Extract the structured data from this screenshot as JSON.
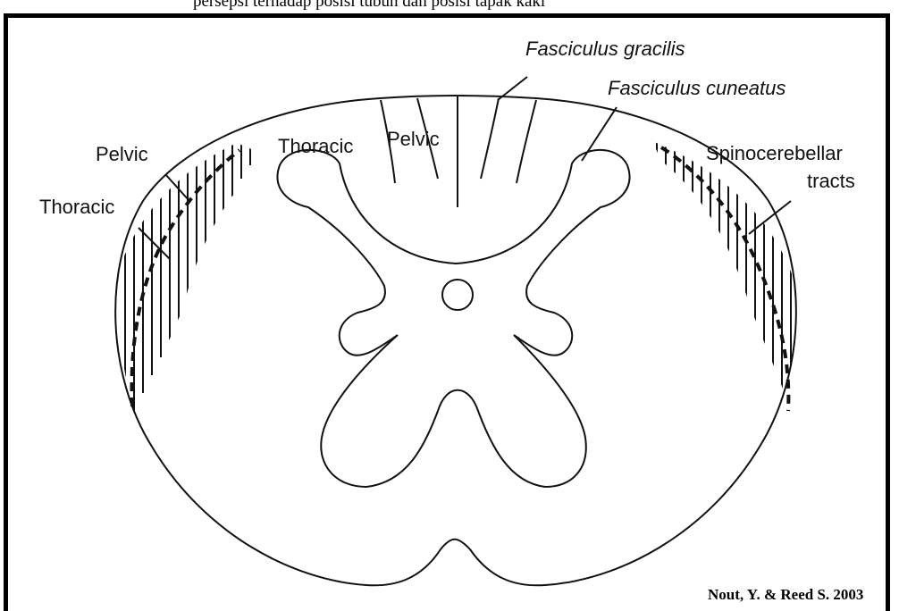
{
  "header_fragment": "persepsi terhadap posisi tubuh dan posisi tapak kaki",
  "labels": {
    "fasciculus_gracilis": "Fasciculus gracilis",
    "fasciculus_cuneatus": "Fasciculus cuneatus",
    "spinocerebellar_line1": "Spinocerebellar",
    "spinocerebellar_line2": "tracts",
    "left_pelvic": "Pelvic",
    "left_thoracic": "Thoracic",
    "dorsal_thoracic": "Thoracic",
    "dorsal_pelvic": "Pelvic"
  },
  "credit": "Nout, Y. & Reed S. 2003"
}
